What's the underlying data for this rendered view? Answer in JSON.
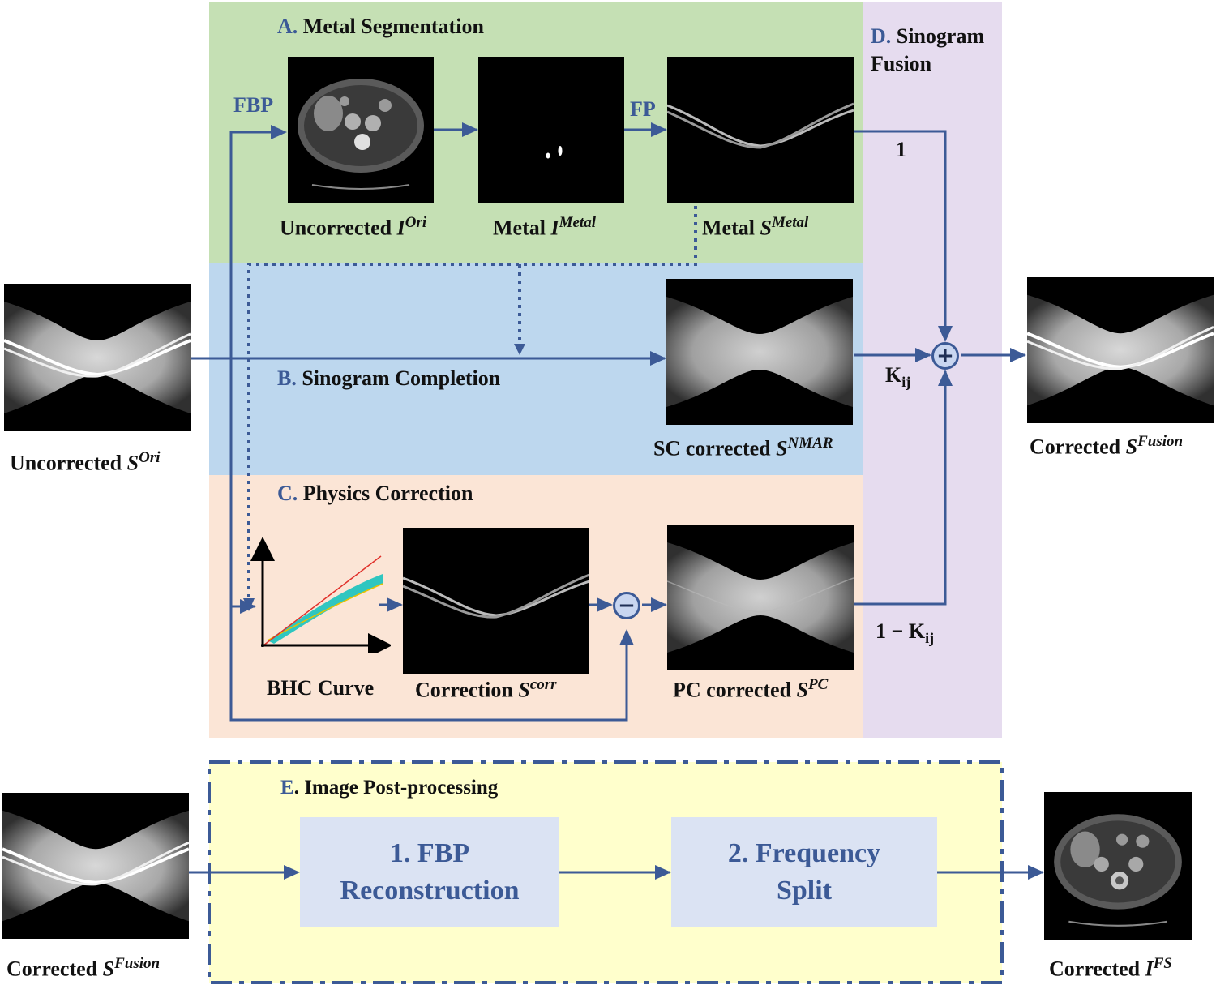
{
  "colors": {
    "arrow": "#3c5a96",
    "section_a": "#c5e0b4",
    "section_b": "#bdd7ee",
    "section_c": "#fbe5d6",
    "section_d": "#e6dcef",
    "section_e": "#ffffcc"
  },
  "sections": {
    "a": {
      "letter": "A.",
      "title": "Metal Segmentation"
    },
    "b": {
      "letter": "B.",
      "title": "Sinogram Completion"
    },
    "c": {
      "letter": "C.",
      "title": "Physics Correction"
    },
    "d": {
      "letter": "D.",
      "title": "Sinogram Fusion"
    },
    "e": {
      "letter": "E",
      "title": ". Image Post-processing"
    }
  },
  "operations": {
    "fbp": "FBP",
    "fp": "FP"
  },
  "labels": {
    "uncorrected_s": {
      "text": "Uncorrected ",
      "sym": "S",
      "sup": "Ori"
    },
    "uncorrected_i": {
      "text": "Uncorrected ",
      "sym": "I",
      "sup": "Ori"
    },
    "metal_i": {
      "text": "Metal ",
      "sym": "I",
      "sup": "Metal"
    },
    "metal_s": {
      "text": "Metal ",
      "sym": "S",
      "sup": "Metal"
    },
    "sc_corrected": {
      "text": "SC corrected ",
      "sym": "S",
      "sup": "NMAR"
    },
    "bhc_curve": {
      "text": "BHC Curve"
    },
    "correction": {
      "text": "Correction ",
      "sym": "S",
      "sup": "corr"
    },
    "pc_corrected": {
      "text": "PC corrected ",
      "sym": "S",
      "sup": "PC"
    },
    "corrected_fusion": {
      "text": "Corrected ",
      "sym": "S",
      "sup": "Fusion"
    },
    "corrected_fusion_2": {
      "text": "Corrected ",
      "sym": "S",
      "sup": "Fusion"
    },
    "corrected_fs": {
      "text": "Corrected ",
      "sym": "I",
      "sup": "FS"
    }
  },
  "weights": {
    "one": "1",
    "k_sym": "K",
    "k_sub": "ij",
    "one_minus": "1 − ",
    "k2_sym": "K",
    "k2_sub": "ij"
  },
  "operators": {
    "plus": "+",
    "minus": "−"
  },
  "steps": {
    "step1_line1": "1. FBP",
    "step1_line2": "Reconstruction",
    "step2_line1": "2. Frequency",
    "step2_line2": "Split"
  }
}
